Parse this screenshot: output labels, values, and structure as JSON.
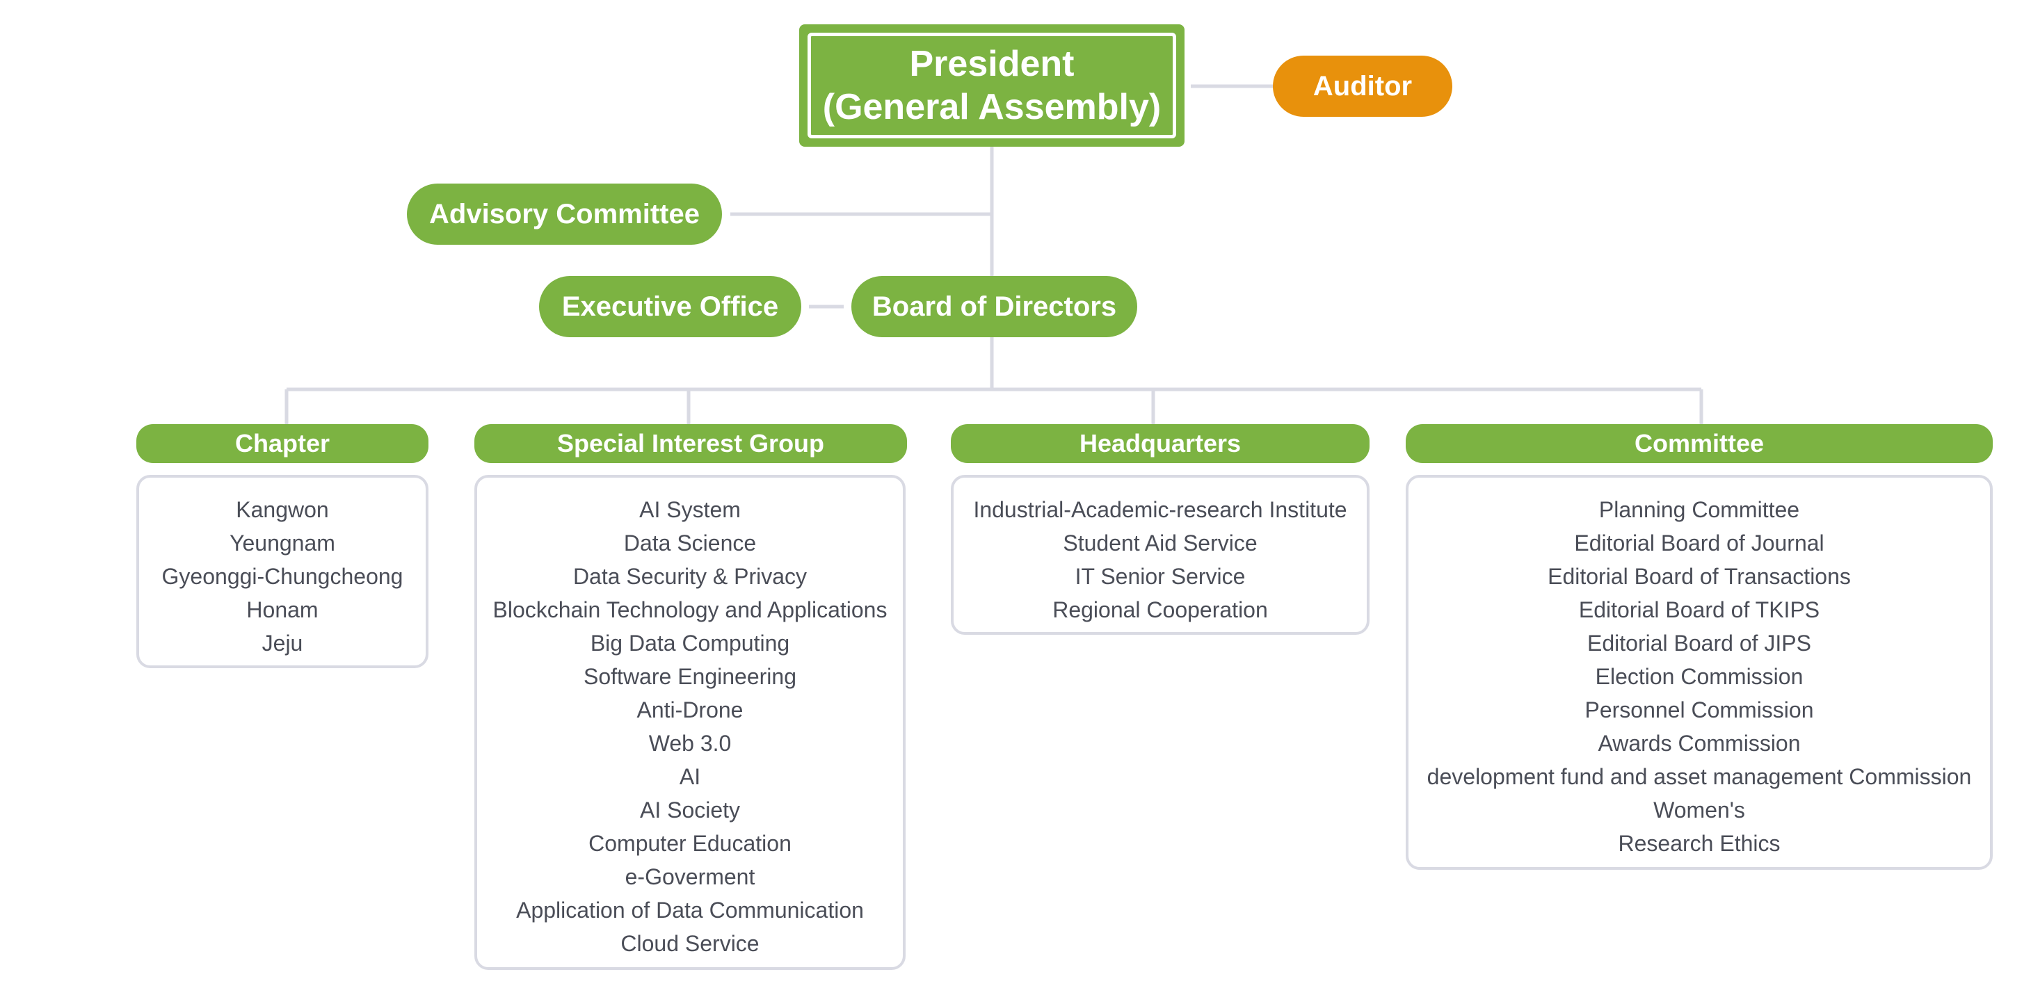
{
  "president": {
    "line1": "President",
    "line2": "(General Assembly)"
  },
  "auditor": "Auditor",
  "advisory": "Advisory Committee",
  "executive": "Executive Office",
  "board": "Board of Directors",
  "colors": {
    "primary": "#7cb342",
    "auditor": "#e8910c",
    "line": "#d9dae3",
    "text": "#4a4d57"
  },
  "categories": [
    {
      "title": "Chapter",
      "items": [
        "Kangwon",
        "Yeungnam",
        "Gyeonggi-Chungcheong",
        "Honam",
        "Jeju"
      ]
    },
    {
      "title": "Special Interest Group",
      "items": [
        "AI System",
        "Data Science",
        "Data Security & Privacy",
        "Blockchain Technology and Applications",
        "Big Data Computing",
        "Software Engineering",
        "Anti-Drone",
        "Web 3.0",
        "AI",
        "AI Society",
        "Computer Education",
        "e-Goverment",
        "Application of Data Communication",
        "Cloud Service"
      ]
    },
    {
      "title": "Headquarters",
      "items": [
        "Industrial-Academic-research Institute",
        "Student Aid Service",
        "IT Senior Service",
        "Regional Cooperation"
      ]
    },
    {
      "title": "Committee",
      "items": [
        "Planning Committee",
        "Editorial Board of Journal",
        "Editorial Board of Transactions",
        "Editorial Board of TKIPS",
        "Editorial Board of JIPS",
        "Election Commission",
        "Personnel Commission",
        "Awards Commission",
        "development fund and asset management Commission",
        "Women's",
        "Research Ethics"
      ]
    }
  ]
}
